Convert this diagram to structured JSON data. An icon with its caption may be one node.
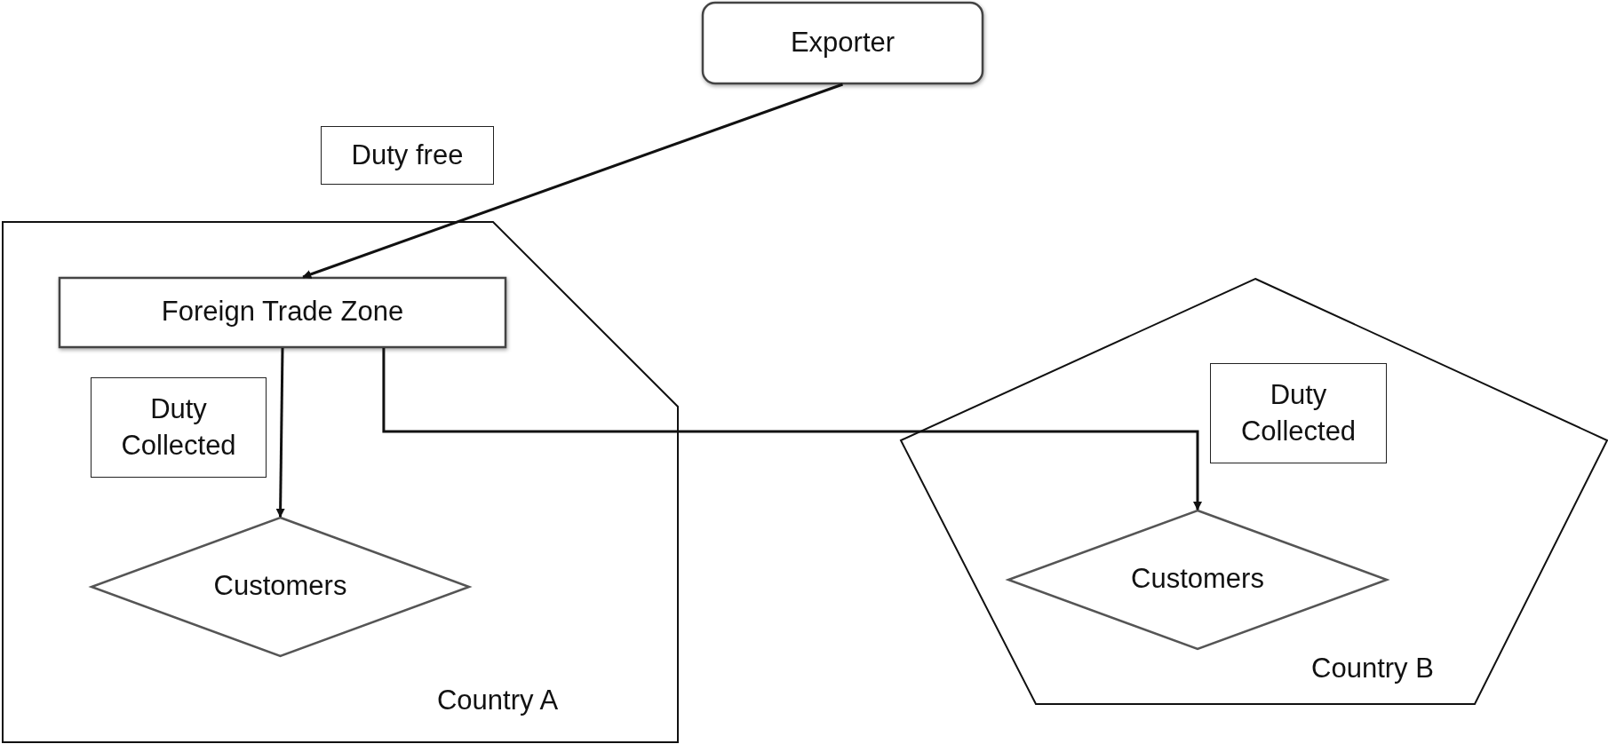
{
  "diagram": {
    "nodes": [
      {
        "text": [
          "Exporter"
        ]
      },
      {
        "text": [
          "Country A"
        ]
      },
      {
        "text": [
          "Foreign Trade Zone"
        ],
        "in": 1
      },
      {
        "text": [
          "Customers"
        ],
        "in": 1
      },
      {
        "text": [
          "Country B"
        ]
      },
      {
        "text": [
          "Customers"
        ],
        "in": 4
      }
    ],
    "edges": [
      {
        "from": 0,
        "to": 2,
        "arrow": "to",
        "label": "Duty free"
      },
      {
        "from": 2,
        "to": 3,
        "arrow": "to",
        "label": "Duty Collected"
      },
      {
        "from": 2,
        "to": 5,
        "arrow": "to",
        "label": "Duty Collected"
      }
    ]
  }
}
